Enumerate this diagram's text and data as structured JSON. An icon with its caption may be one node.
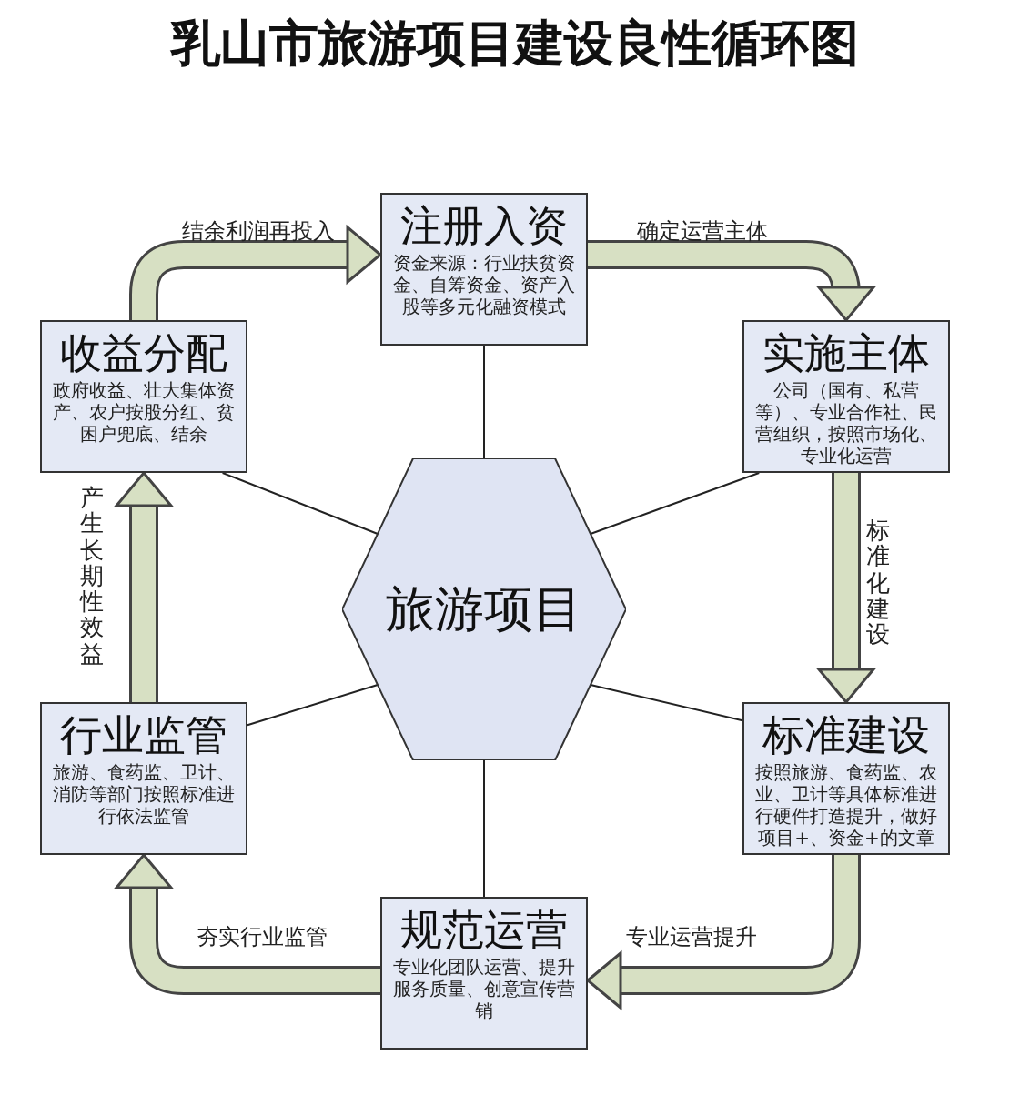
{
  "diagram": {
    "title": "乳山市旅游项目建设良性循环图",
    "nodes": [
      {
        "text": [
          "注册入资",
          "资金来源：行业扶贫资金、自筹资金、资产入股等多元化融资模式"
        ]
      },
      {
        "text": [
          "实施主体",
          "公司（国有、私营等）、专业合作社、民营组织，按照市场化、专业化运营"
        ]
      },
      {
        "text": [
          "标准建设",
          "按照旅游、食药监、农业、卫计等具体标准进行硬件打造提升，做好项目+、资金+的文章"
        ]
      },
      {
        "text": [
          "规范运营",
          "专业化团队运营、提升服务质量、创意宣传营销"
        ]
      },
      {
        "text": [
          "行业监管",
          "旅游、食药监、卫计、消防等部门按照标准进行依法监管"
        ]
      },
      {
        "text": [
          "收益分配",
          "政府收益、壮大集体资产、农户按股分红、贫困户兜底、结余"
        ]
      },
      {
        "text": [
          "旅游项目"
        ]
      }
    ],
    "edges": [
      {
        "from": 0,
        "to": 1,
        "arrow": "to",
        "label": "确定运营主体",
        "style": "thick"
      },
      {
        "from": 1,
        "to": 2,
        "arrow": "to",
        "label": "标准化建设",
        "style": "thick"
      },
      {
        "from": 2,
        "to": 3,
        "arrow": "to",
        "label": "专业运营提升",
        "style": "thick"
      },
      {
        "from": 3,
        "to": 4,
        "arrow": "to",
        "label": "夯实行业监管",
        "style": "thick"
      },
      {
        "from": 4,
        "to": 5,
        "arrow": "to",
        "label": "产生长期性效益",
        "style": "thick"
      },
      {
        "from": 5,
        "to": 0,
        "arrow": "to",
        "label": "结余利润再投入",
        "style": "thick"
      },
      {
        "from": 6,
        "to": 0,
        "arrow": "none"
      },
      {
        "from": 6,
        "to": 1,
        "arrow": "none"
      },
      {
        "from": 6,
        "to": 2,
        "arrow": "none"
      },
      {
        "from": 6,
        "to": 3,
        "arrow": "none"
      },
      {
        "from": 6,
        "to": 4,
        "arrow": "none"
      },
      {
        "from": 6,
        "to": 5,
        "arrow": "none"
      }
    ]
  }
}
